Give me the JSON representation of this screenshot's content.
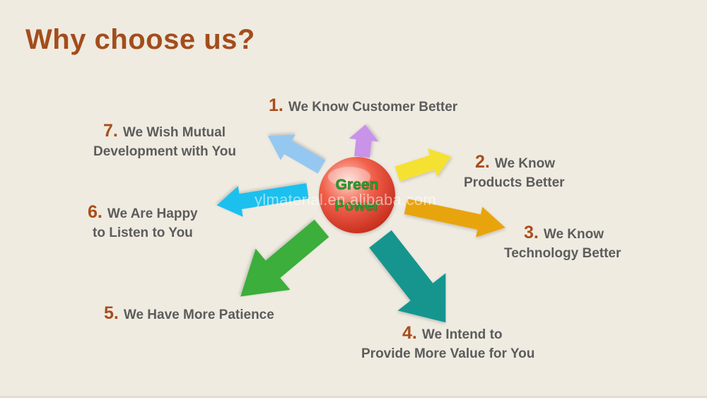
{
  "title": "Why choose us?",
  "center": {
    "line1": "Green",
    "line2": "Power"
  },
  "watermark": "ylmaterial.en.alibaba.com",
  "items": [
    {
      "number": "1.",
      "line1": "We Know Customer Better",
      "line2": ""
    },
    {
      "number": "2.",
      "line1": "We Know",
      "line2": "Products Better"
    },
    {
      "number": "3.",
      "line1": "We Know",
      "line2": "Technology Better"
    },
    {
      "number": "4.",
      "line1": "We Intend to",
      "line2": "Provide More Value for You"
    },
    {
      "number": "5.",
      "line1": "We Have More Patience",
      "line2": ""
    },
    {
      "number": "6.",
      "line1": "We Are Happy",
      "line2": "to Listen to You"
    },
    {
      "number": "7.",
      "line1": "We Wish Mutual",
      "line2": "Development with You"
    }
  ],
  "arrow_colors": [
    "#c893e8",
    "#f5e133",
    "#e8a410",
    "#13958f",
    "#3aae3a",
    "#1cc0ee",
    "#95c8f0"
  ],
  "sphere_colors": {
    "highlight": "#ffd6cc",
    "mid": "#f0604a",
    "edge": "#c22818"
  },
  "center_text_color": "#2da12d"
}
